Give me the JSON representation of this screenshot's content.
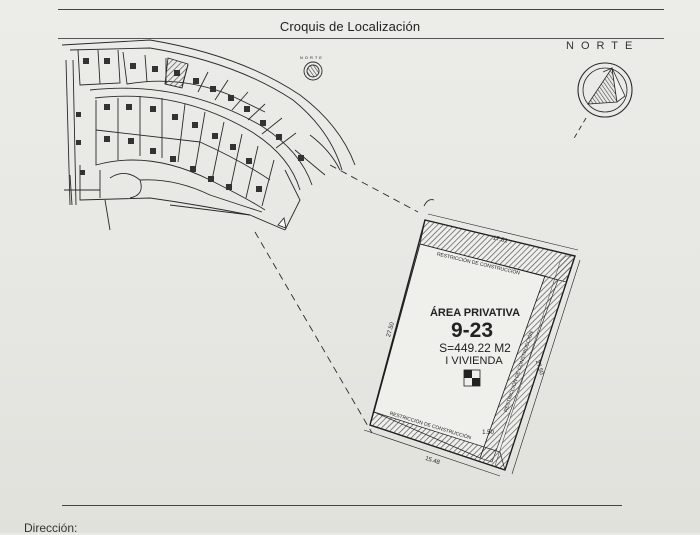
{
  "document": {
    "title": "Croquis de Localización",
    "footer_label": "Dirección:",
    "north_label": "NORTE",
    "small_north_label": "NORTE"
  },
  "lot": {
    "heading": "ÁREA PRIVATIVA",
    "number": "9-23",
    "area": "S=449.22 M2",
    "use": "I VIVIENDA",
    "dim_top": "17.81",
    "dim_left": "27.50",
    "dim_right": "27.50",
    "dim_bottom": "15.48",
    "dim_corner": "1.50",
    "restriction_top": "RESTRICCIÓN DE CONSTRUCCIÓN",
    "restriction_bottom": "RESTRICCIÓN DE CONSTRUCCIÓN",
    "restriction_right": "RESTRICCIÓN DE CONSTRUCCIÓN"
  },
  "colors": {
    "line": "#2a2a2a",
    "paper": "#e9e9e6",
    "hatch": "#555555"
  }
}
